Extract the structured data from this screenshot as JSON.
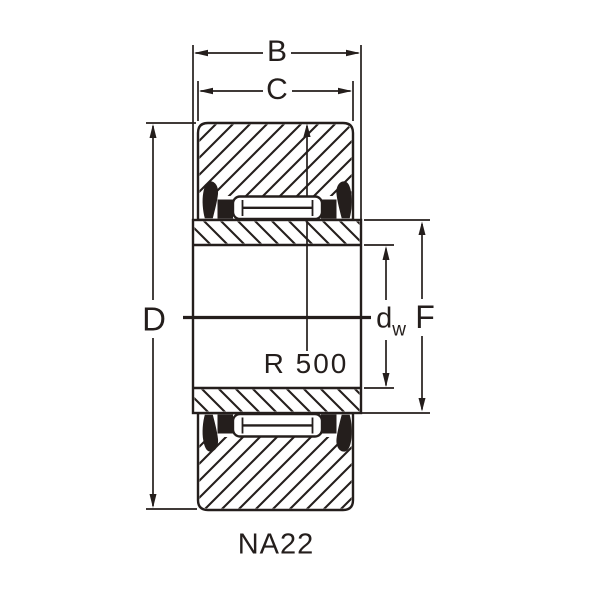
{
  "drawing": {
    "part_label": "NA22",
    "dimensions": {
      "b": "B",
      "c": "C",
      "d": "D",
      "f": "F",
      "dw_main": "d",
      "dw_sub": "w",
      "radius_note": "R 500"
    },
    "colors": {
      "ink": "#241e1c",
      "paper": "#ffffff"
    }
  }
}
